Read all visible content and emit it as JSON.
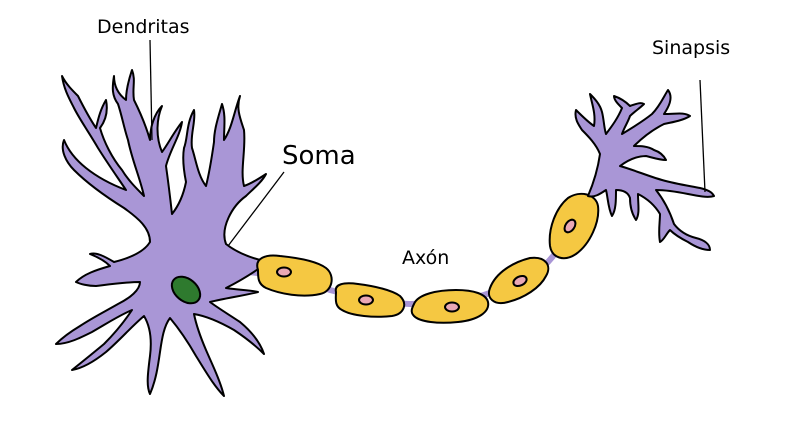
{
  "labels": {
    "dendrites": "Dendritas",
    "soma": "Soma",
    "axon": "Axón",
    "synapse": "Sinapsis"
  },
  "colors": {
    "neuron_body": "#a996d6",
    "nucleus": "#2e7a2e",
    "myelin": "#f5c842",
    "schwann_nucleus": "#eaa8b5",
    "axon_fiber": "#a996d6",
    "outline": "#000000"
  }
}
